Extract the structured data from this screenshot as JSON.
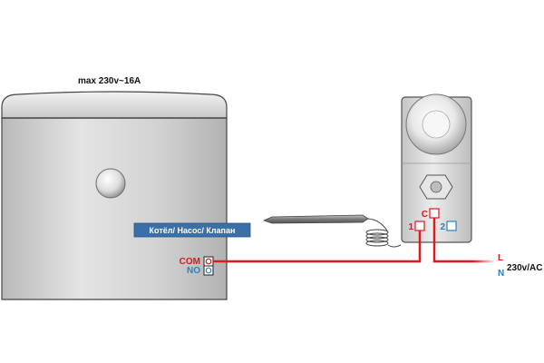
{
  "boiler": {
    "rating": "max 230v~16A",
    "device_label": "Котёл/ Насос/ Клапан",
    "terminals": {
      "com": "COM",
      "no": "NO"
    }
  },
  "thermostat": {
    "terminals": {
      "one": "1",
      "c": "C",
      "two": "2"
    }
  },
  "supply": {
    "live": "L",
    "neutral": "N",
    "voltage": "230v/AC"
  },
  "colors": {
    "live_wire": "#e0191f",
    "neutral_wire": "#2f7fc1",
    "label_box": "#3a6fa8",
    "terminal_red": "#d7191f",
    "terminal_blue": "#2f7fc1"
  }
}
